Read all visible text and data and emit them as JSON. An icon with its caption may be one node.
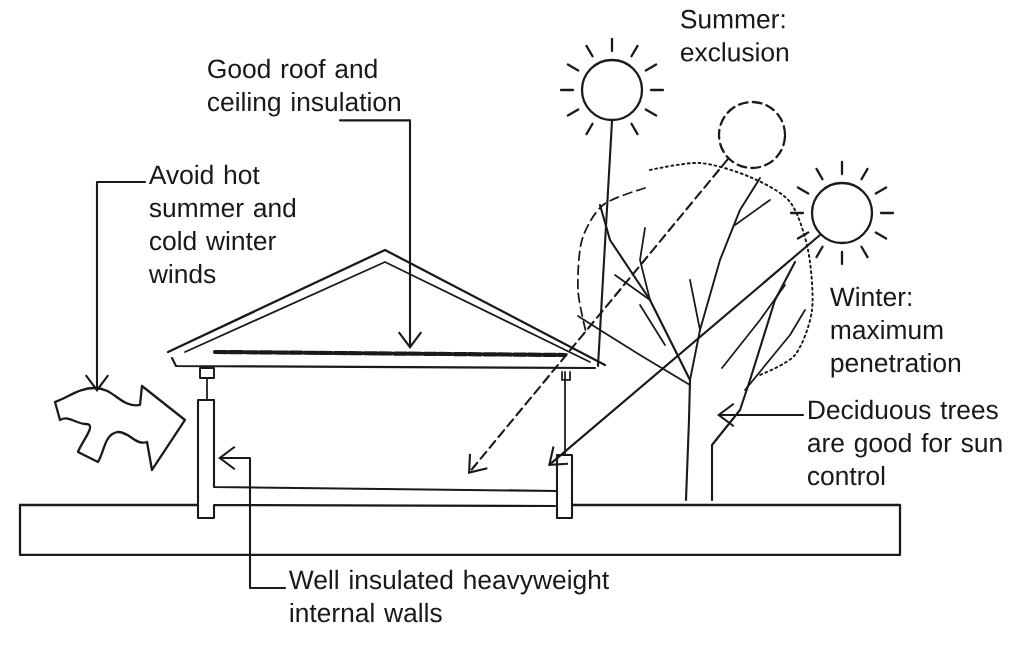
{
  "diagram": {
    "nodes": [
      {
        "text": [
          "Good roof and ceiling insulation"
        ]
      },
      {
        "text": [
          "Avoid hot summer and cold winter winds"
        ]
      },
      {
        "text": [
          "Deciduous trees are good for sun control"
        ]
      },
      {
        "text": [
          "Well insulated heavyweight internal walls"
        ]
      },
      {
        "text": [],
        "shape": "picture"
      },
      {
        "text": [],
        "shape": "picture"
      },
      {
        "text": [],
        "shape": "picture"
      },
      {
        "text": [],
        "shape": "circle",
        "beside": [
          "Summer: exclusion"
        ]
      },
      {
        "text": [],
        "shape": "circle"
      },
      {
        "text": [],
        "shape": "circle",
        "beside": [
          "Winter: maximum penetration"
        ]
      }
    ],
    "edges": [
      {
        "from": 0,
        "to": 4,
        "arrow": "to"
      },
      {
        "from": 1,
        "to": 5,
        "arrow": "to"
      },
      {
        "from": 2,
        "to": 6,
        "arrow": "to"
      },
      {
        "from": 3,
        "to": 4,
        "arrow": "to"
      },
      {
        "from": 7,
        "to": 4,
        "arrow": "none"
      },
      {
        "from": 8,
        "to": 4,
        "arrow": "to",
        "style": "dashed"
      },
      {
        "from": 9,
        "to": 4,
        "arrow": "to"
      }
    ]
  }
}
